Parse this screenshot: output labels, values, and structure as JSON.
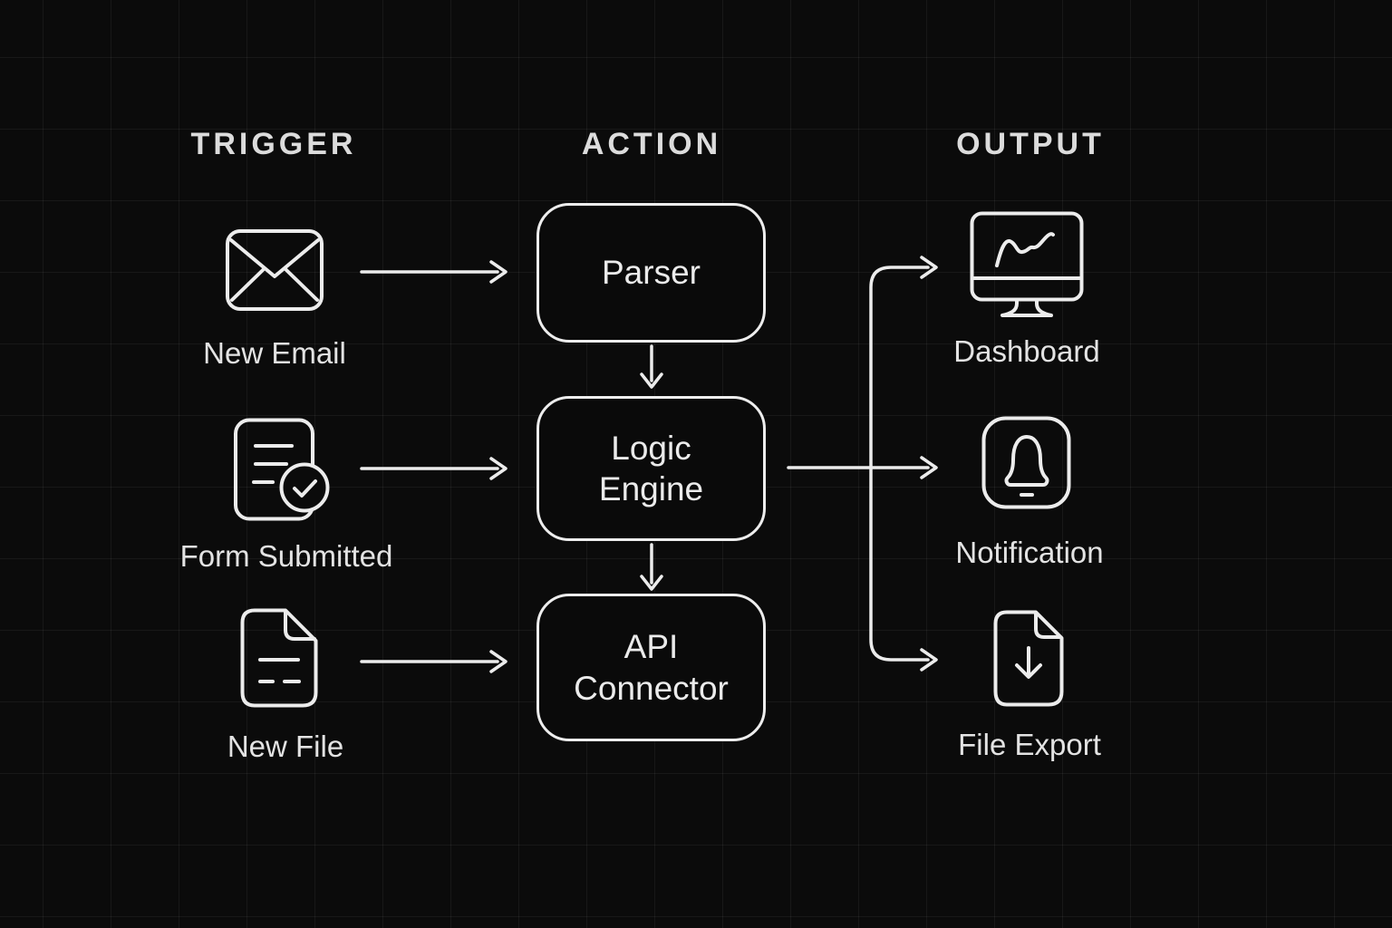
{
  "page": {
    "background_color": "#0b0b0b",
    "grid_line_color": "rgba(255,255,255,0.055)",
    "stroke_color": "#ececec",
    "text_color": "#e3e3e3"
  },
  "headers": [
    {
      "id": "trigger",
      "label": "TRIGGER"
    },
    {
      "id": "action",
      "label": "ACTION"
    },
    {
      "id": "output",
      "label": "OUTPUT"
    }
  ],
  "triggers": [
    {
      "label": "New Email",
      "icon": "email-icon"
    },
    {
      "label": "Form Submitted",
      "icon": "form-check-icon"
    },
    {
      "label": "New File",
      "icon": "file-icon"
    }
  ],
  "actions": [
    {
      "label": "Parser"
    },
    {
      "label": "Logic\nEngine"
    },
    {
      "label": "API\nConnector"
    }
  ],
  "outputs": [
    {
      "label": "Dashboard",
      "icon": "monitor-chart-icon"
    },
    {
      "label": "Notification",
      "icon": "bell-icon"
    },
    {
      "label": "File Export",
      "icon": "file-download-icon"
    }
  ],
  "connections": [
    "new-email to parser",
    "form-submitted to logic-engine",
    "new-file to api-connector",
    "parser to logic-engine",
    "logic-engine to api-connector",
    "logic-engine to dashboard",
    "logic-engine to notification",
    "logic-engine to file-export"
  ]
}
